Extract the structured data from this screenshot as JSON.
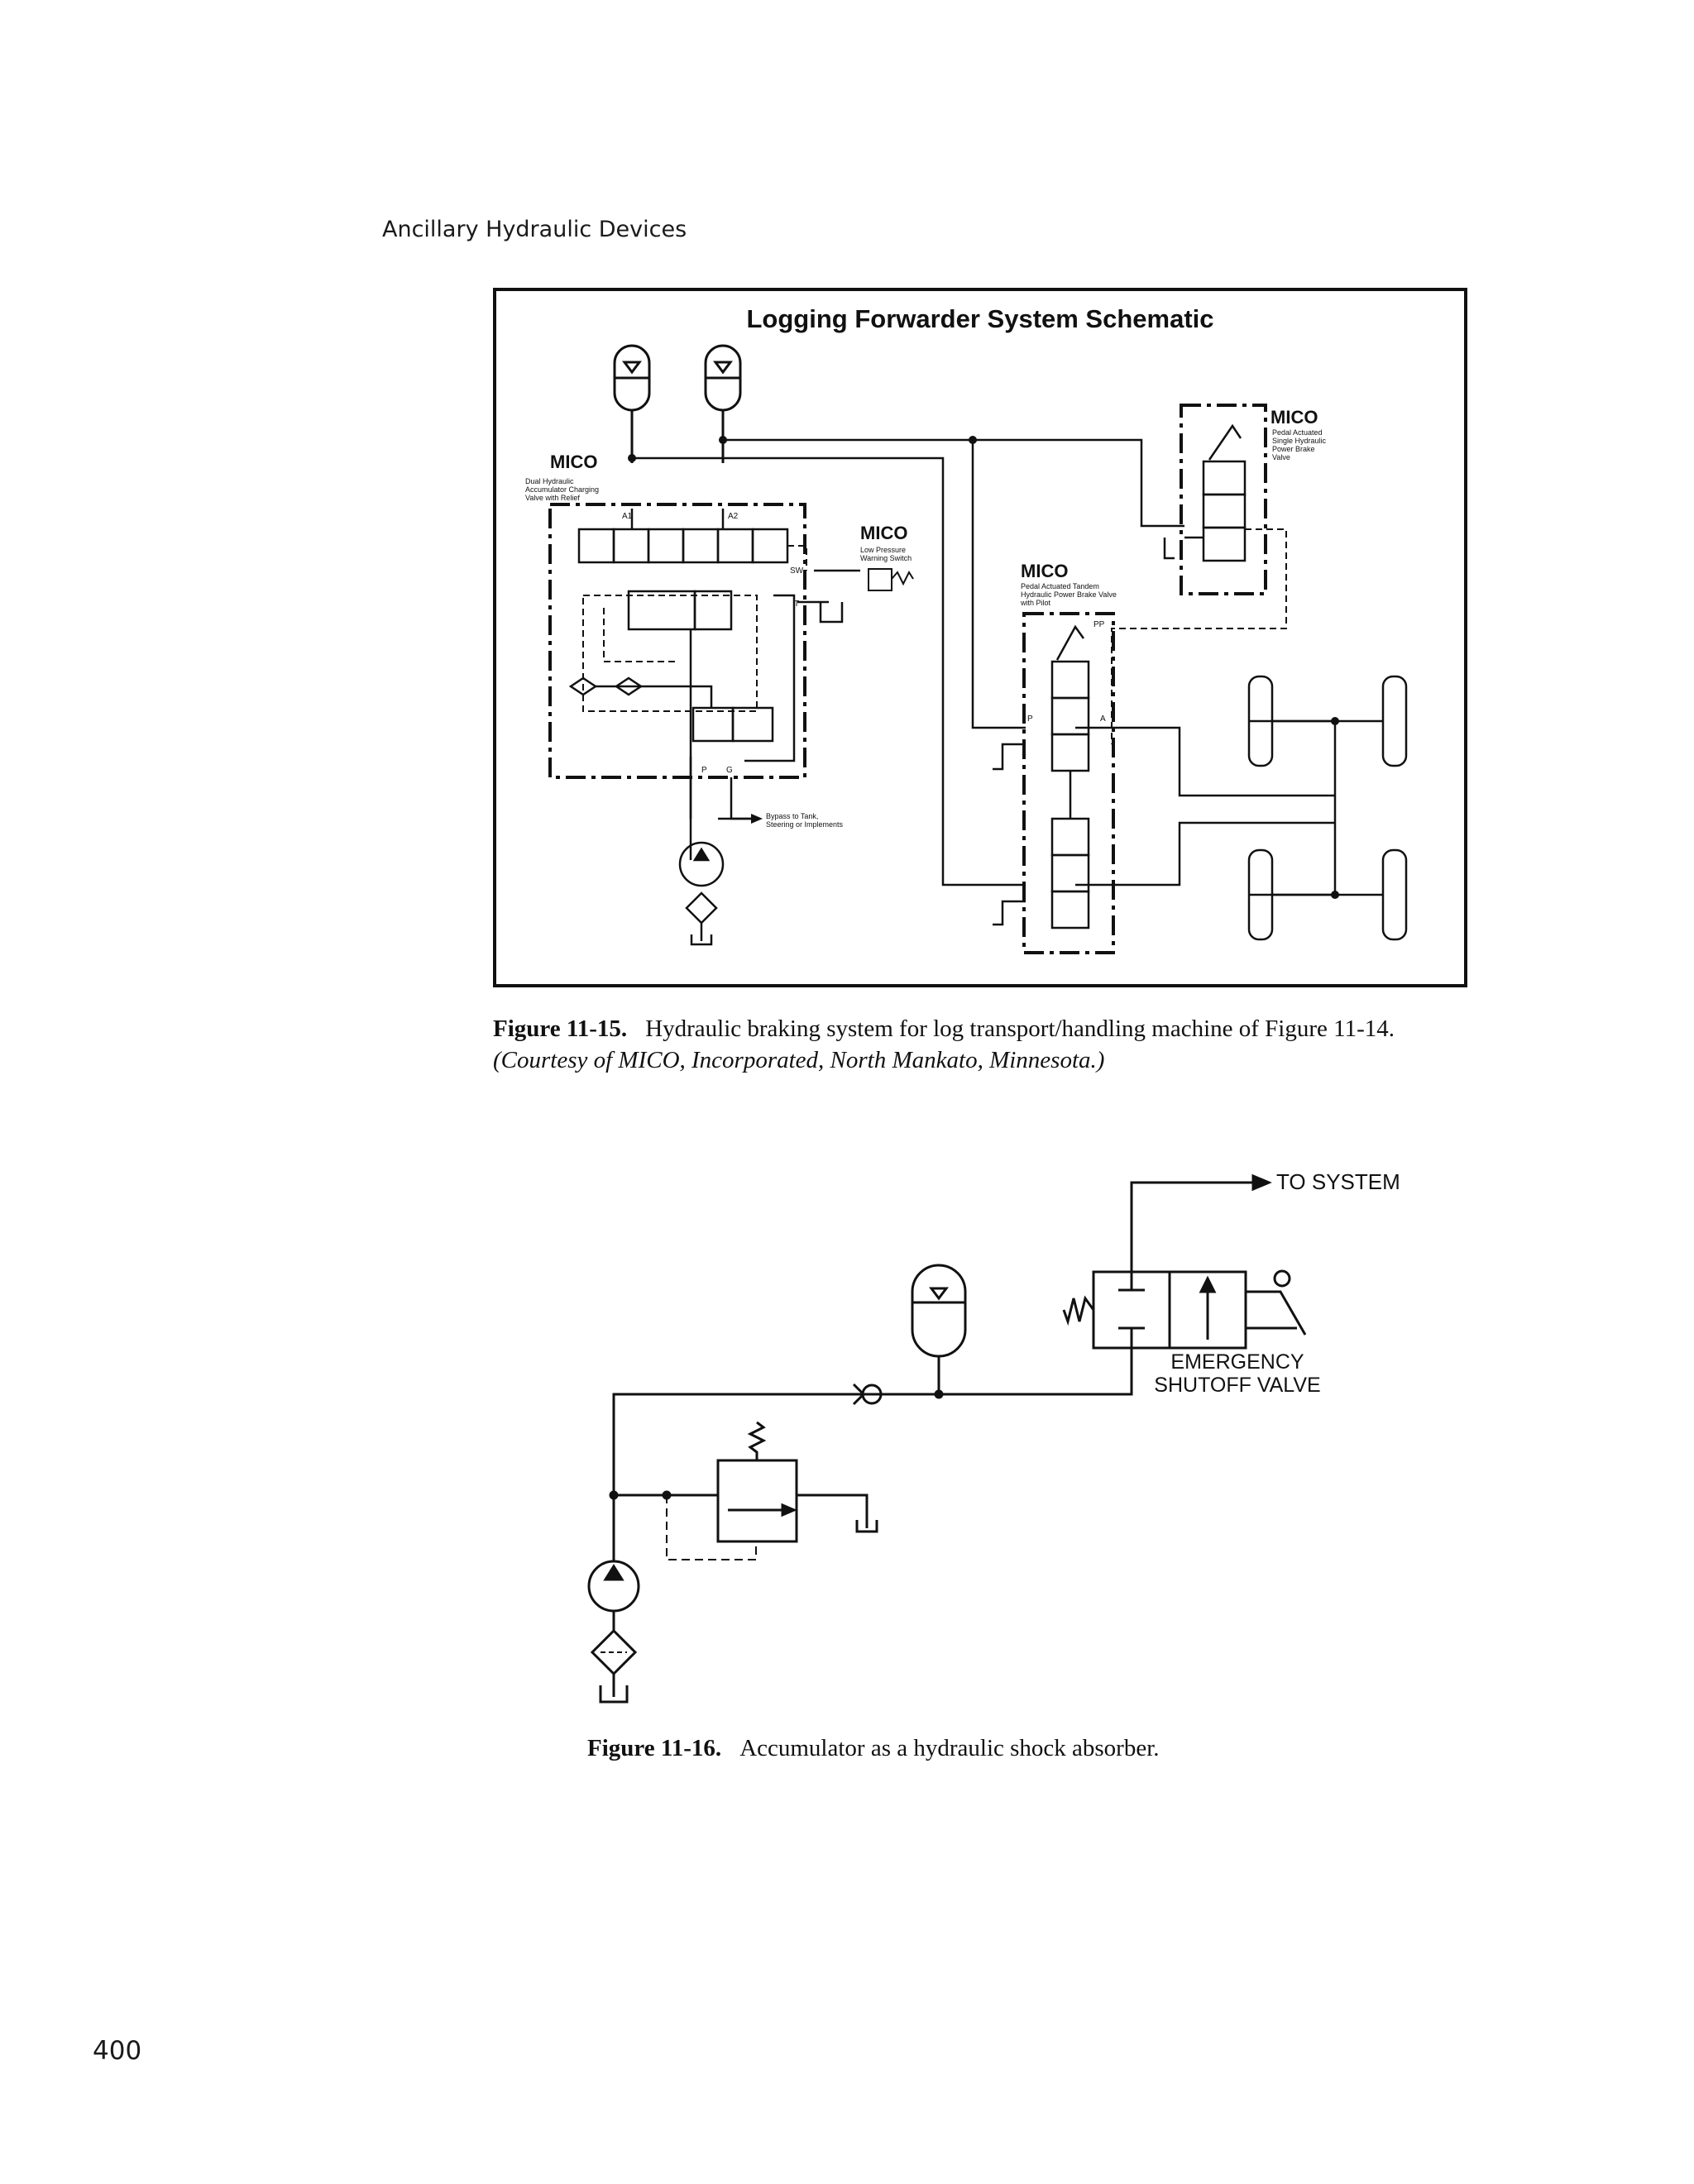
{
  "page": {
    "running_head": "Ancillary Hydraulic Devices",
    "page_number": "400"
  },
  "figure_1": {
    "title": "Logging Forwarder System Schematic",
    "brand": "MICO",
    "labels": {
      "dual_valve": [
        "Dual Hydraulic",
        "Accumulator Charging",
        "Valve with Relief"
      ],
      "low_pressure_switch": [
        "Low Pressure",
        "Warning Switch"
      ],
      "tandem_valve": [
        "Pedal Actuated Tandem",
        "Hydraulic Power Brake Valve",
        "with Pilot"
      ],
      "single_valve": [
        "Pedal Actuated",
        "Single Hydraulic",
        "Power Brake",
        "Valve"
      ],
      "bypass": [
        "Bypass to Tank,",
        "Steering or Implements"
      ]
    },
    "ports": {
      "a1": "A1",
      "a2": "A2",
      "sw": "SW",
      "t": "T",
      "p": "P",
      "g": "G",
      "pp": "PP",
      "a": "A"
    },
    "caption_number": "Figure 11-15.",
    "caption_text": "Hydraulic braking system for log transport/handling machine of Figure 11-14.",
    "caption_credit": "(Courtesy of MICO, Incorporated, North Mankato, Minnesota.)"
  },
  "figure_2": {
    "to_system": "TO SYSTEM",
    "valve_label_line1": "EMERGENCY",
    "valve_label_line2": "SHUTOFF VALVE",
    "caption_number": "Figure 11-16.",
    "caption_text": "Accumulator as a hydraulic shock absorber."
  }
}
